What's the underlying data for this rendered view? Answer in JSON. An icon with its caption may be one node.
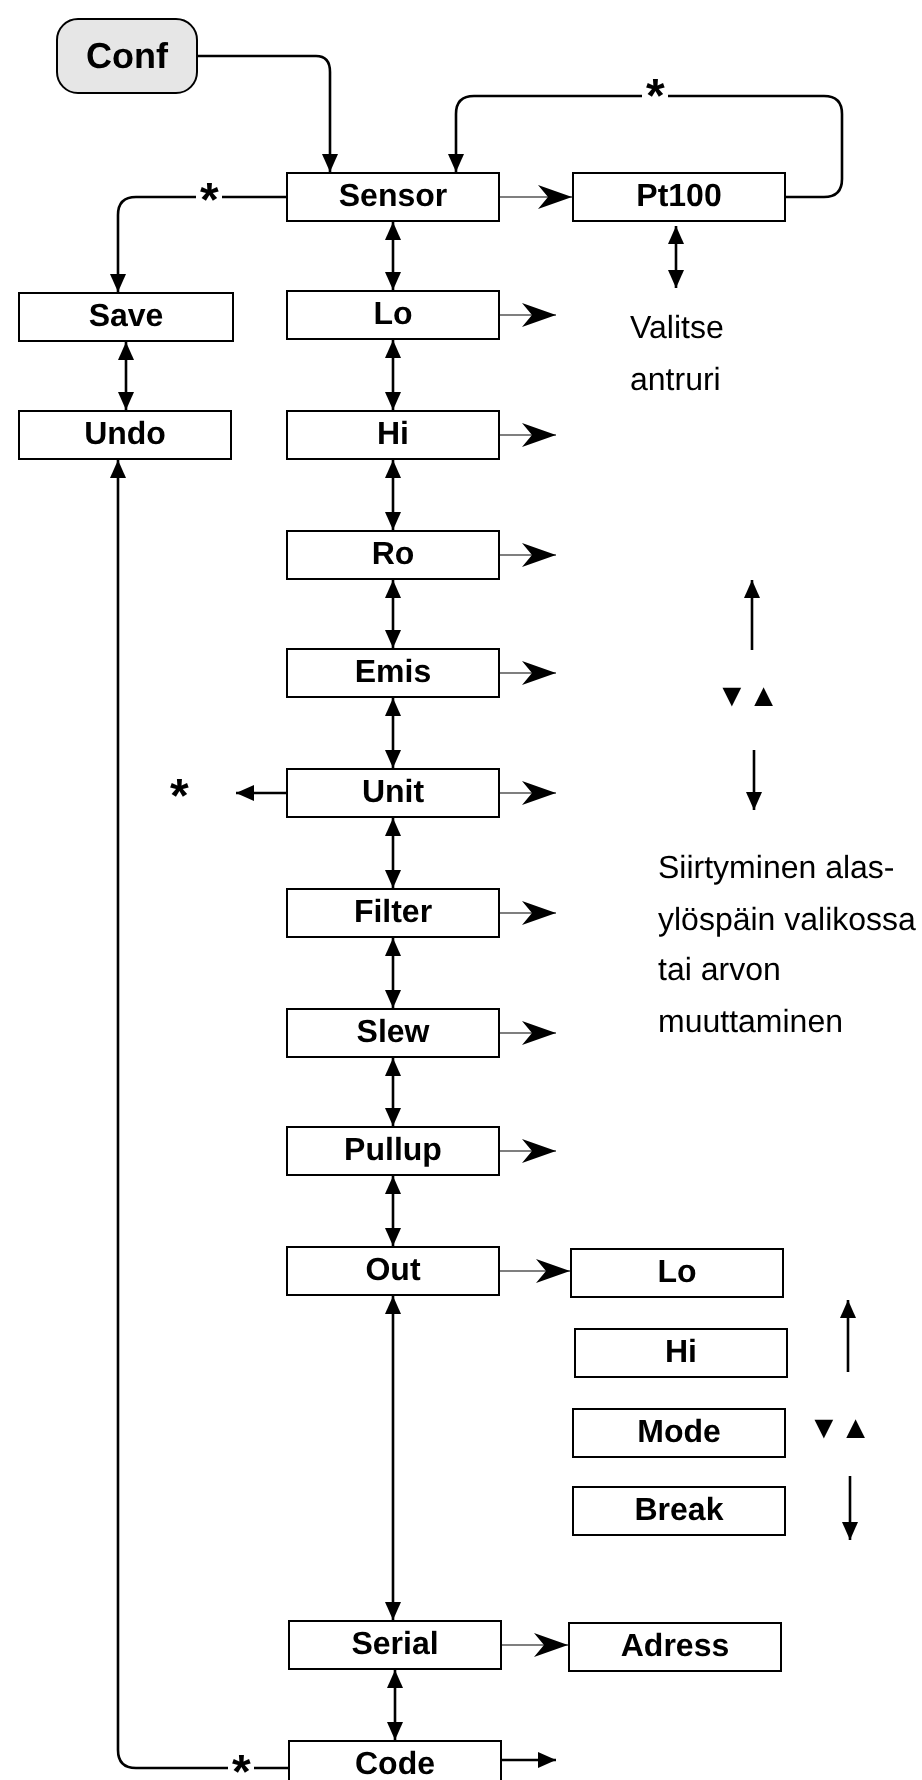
{
  "diagram": {
    "nodes": [
      {
        "text": [
          "Conf"
        ]
      },
      {
        "text": [
          "Sensor"
        ]
      },
      {
        "text": [
          "Pt100"
        ]
      },
      {
        "text": [
          "Save"
        ]
      },
      {
        "text": [
          "Undo"
        ]
      },
      {
        "text": [
          "Lo"
        ]
      },
      {
        "text": [
          "Hi"
        ]
      },
      {
        "text": [
          "Ro"
        ]
      },
      {
        "text": [
          "Emis"
        ]
      },
      {
        "text": [
          "Unit"
        ]
      },
      {
        "text": [
          "Filter"
        ]
      },
      {
        "text": [
          "Slew"
        ]
      },
      {
        "text": [
          "Pullup"
        ]
      },
      {
        "text": [
          "Out"
        ]
      },
      {
        "text": [
          "Lo"
        ]
      },
      {
        "text": [
          "Hi"
        ]
      },
      {
        "text": [
          "Mode"
        ]
      },
      {
        "text": [
          "Break"
        ]
      },
      {
        "text": [
          "Serial"
        ]
      },
      {
        "text": [
          "Adress"
        ]
      },
      {
        "text": [
          "Code"
        ]
      }
    ],
    "edges": [
      {
        "from": 0,
        "to": 1,
        "arrow": "to"
      },
      {
        "from": 2,
        "to": 1,
        "arrow": "to",
        "label": "*"
      },
      {
        "from": 1,
        "to": 3,
        "arrow": "to",
        "label": "*"
      },
      {
        "from": 1,
        "to": 2,
        "arrow": "to"
      },
      {
        "from": 3,
        "to": 4,
        "arrow": "both"
      },
      {
        "from": 1,
        "to": 5,
        "arrow": "both"
      },
      {
        "from": 5,
        "to": null,
        "arrow": "to"
      },
      {
        "from": 5,
        "to": 6,
        "arrow": "both"
      },
      {
        "from": 6,
        "to": null,
        "arrow": "to"
      },
      {
        "from": 6,
        "to": 7,
        "arrow": "both"
      },
      {
        "from": 7,
        "to": null,
        "arrow": "to"
      },
      {
        "from": 7,
        "to": 8,
        "arrow": "both"
      },
      {
        "from": 8,
        "to": null,
        "arrow": "to"
      },
      {
        "from": 8,
        "to": 9,
        "arrow": "both"
      },
      {
        "from": 9,
        "to": null,
        "arrow": "to",
        "label": "*"
      },
      {
        "from": 9,
        "to": null,
        "arrow": "to"
      },
      {
        "from": 9,
        "to": 10,
        "arrow": "both"
      },
      {
        "from": 10,
        "to": null,
        "arrow": "to"
      },
      {
        "from": 10,
        "to": 11,
        "arrow": "both"
      },
      {
        "from": 11,
        "to": null,
        "arrow": "to"
      },
      {
        "from": 11,
        "to": 12,
        "arrow": "both"
      },
      {
        "from": 12,
        "to": null,
        "arrow": "to"
      },
      {
        "from": 12,
        "to": 13,
        "arrow": "both"
      },
      {
        "from": 13,
        "to": 14,
        "arrow": "to"
      },
      {
        "from": 13,
        "to": 18,
        "arrow": "both"
      },
      {
        "from": 18,
        "to": 19,
        "arrow": "to"
      },
      {
        "from": 18,
        "to": 20,
        "arrow": "both"
      },
      {
        "from": 20,
        "to": null,
        "arrow": "to"
      },
      {
        "from": 20,
        "to": 4,
        "arrow": "to",
        "label": "*"
      }
    ],
    "labels": [
      "Valitse antruri",
      "▼▲",
      "Siirtyminen alas-ylöspäin valikossa tai arvon muuttaminen",
      "▼▲"
    ]
  }
}
